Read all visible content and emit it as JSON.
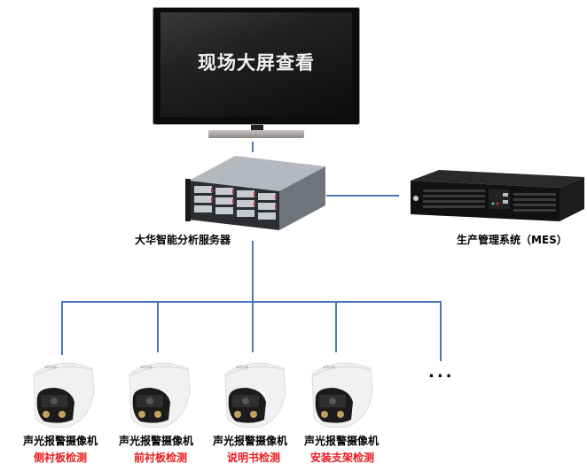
{
  "monitor": {
    "title": "现场大屏查看"
  },
  "server": {
    "label": "大华智能分析服务器"
  },
  "mes": {
    "label": "生产管理系统（MES）"
  },
  "cameras": [
    {
      "type": "声光报警摄像机",
      "task": "侧衬板检测"
    },
    {
      "type": "声光报警摄像机",
      "task": "前衬板检测"
    },
    {
      "type": "声光报警摄像机",
      "task": "说明书检测"
    },
    {
      "type": "声光报警摄像机",
      "task": "安装支架检测"
    }
  ],
  "more_indicator": "...",
  "colors": {
    "connector": "#4a78b5",
    "task_text": "#e8191c"
  }
}
